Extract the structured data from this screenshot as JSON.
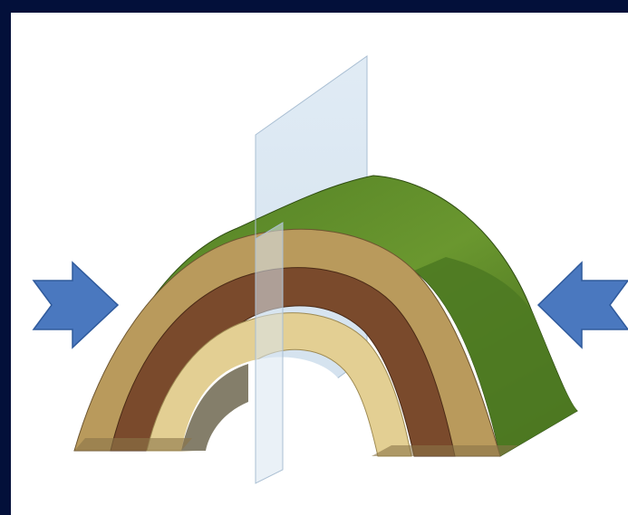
{
  "figure": {
    "subject": "anticline-fold",
    "colors": {
      "border": "#03103a",
      "background": "#ffffff",
      "arrow": "#4a78bf",
      "arrow_stroke": "#2f5a9c",
      "surface_green": "#5d8a2a",
      "surface_green_dark": "#3f661a",
      "layer_tan": "#b99a5c",
      "layer_brown": "#7a4a2c",
      "layer_cream": "#e3cf93",
      "core_grey": "#6f6750",
      "axial_plane": "#cfe0ee"
    },
    "arrows": [
      {
        "direction": "right",
        "side": "left"
      },
      {
        "direction": "left",
        "side": "right"
      }
    ],
    "layers": [
      "outer-tan",
      "middle-brown",
      "inner-cream",
      "core"
    ],
    "axial_plane": {
      "present": true
    }
  }
}
